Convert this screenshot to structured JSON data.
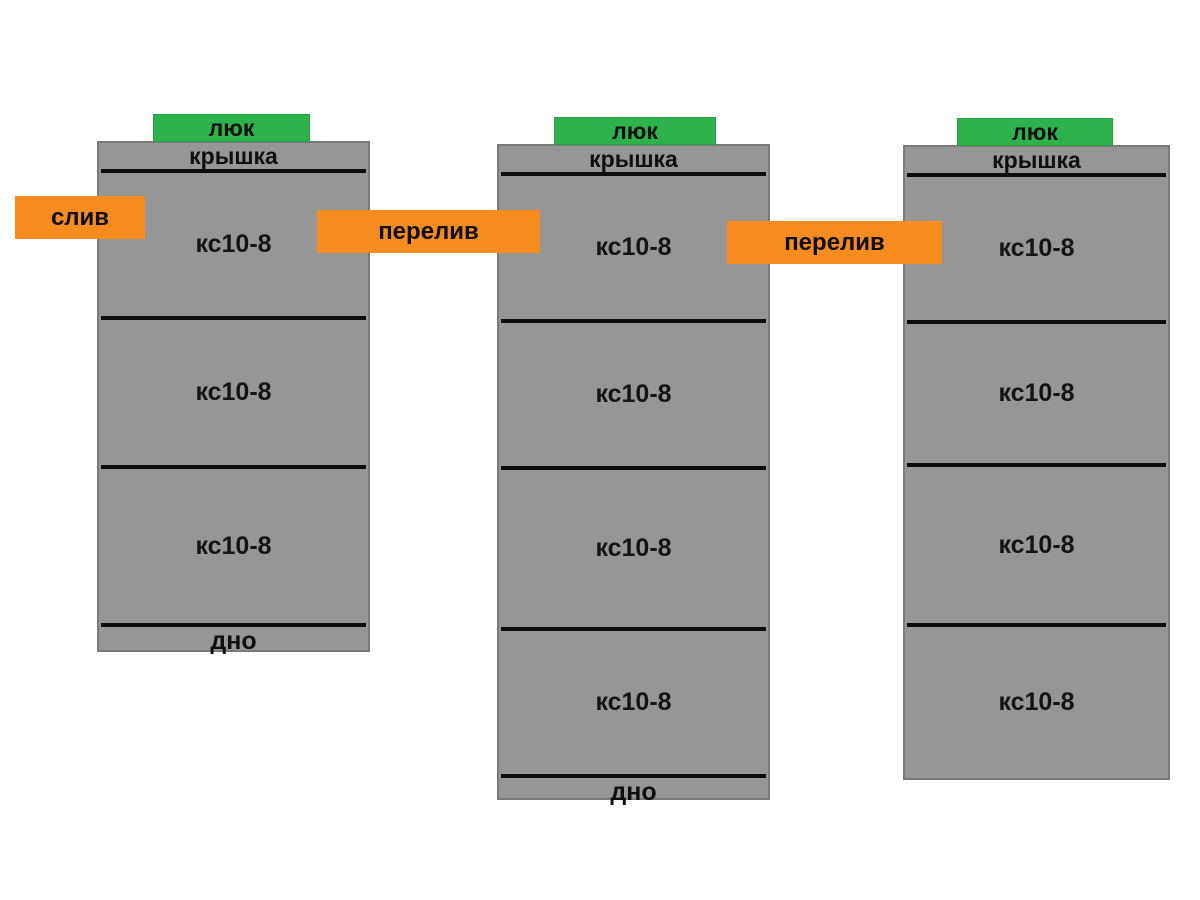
{
  "colors": {
    "background": "#ffffff",
    "column_gray": "#969696",
    "column_border": "#7a7a7a",
    "divider_black": "#0c0c0c",
    "hatch_green": "#2eb34c",
    "connector_orange": "#f68c1f",
    "text": "#0d0d0d"
  },
  "columns": [
    {
      "hatch_label": "люк",
      "lid_label": "крышка",
      "sections": [
        "кс10-8",
        "кс10-8",
        "кс10-8"
      ],
      "bottom_label": "дно"
    },
    {
      "hatch_label": "люк",
      "lid_label": "крышка",
      "sections": [
        "кс10-8",
        "кс10-8",
        "кс10-8",
        "кс10-8"
      ],
      "bottom_label": "дно"
    },
    {
      "hatch_label": "люк",
      "lid_label": "крышка",
      "sections": [
        "кс10-8",
        "кс10-8",
        "кс10-8",
        "кс10-8"
      ]
    }
  ],
  "connectors": [
    {
      "label": "слив"
    },
    {
      "label": "перелив"
    },
    {
      "label": "перелив"
    }
  ]
}
